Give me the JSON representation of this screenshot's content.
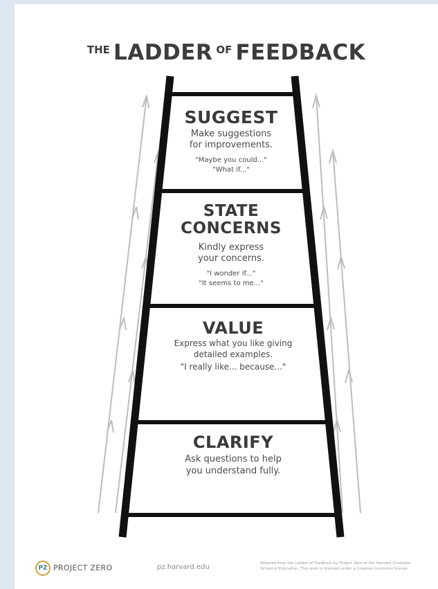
{
  "title": {
    "prefix": "THE",
    "word1": "LADDER",
    "connector": "OF",
    "word2": "FEEDBACK"
  },
  "rungs": [
    {
      "title_lines": [
        "SUGGEST"
      ],
      "desc_lines": [
        "Make suggestions",
        "for improvements."
      ],
      "quote_lines": [
        "\"Maybe you could...\"",
        "\"What if...\""
      ]
    },
    {
      "title_lines": [
        "STATE",
        "CONCERNS"
      ],
      "desc_lines": [
        "Kindly express",
        "your concerns."
      ],
      "quote_lines": [
        "\"I wonder if...\"",
        "\"It seems to me...\""
      ]
    },
    {
      "title_lines": [
        "VALUE"
      ],
      "desc_lines": [
        "Express what you like giving",
        "detailed examples."
      ],
      "quote_lines": [
        "\"I really like... because...\""
      ]
    },
    {
      "title_lines": [
        "CLARIFY"
      ],
      "desc_lines": [
        "Ask questions to help",
        "you understand fully."
      ],
      "quote_lines": []
    }
  ],
  "footer": {
    "logo_text": "PZ",
    "org": "PROJECT ZERO",
    "url": "pz.harvard.edu",
    "credit_lines": [
      "Adapted from the Ladder of Feedback by Project Zero at the Harvard Graduate",
      "School of Education. This work is licensed under a Creative Commons license."
    ]
  },
  "colors": {
    "ladder": "#111111",
    "arrows": "#bdbdbd",
    "text": "#3a3a3a",
    "logo_ring": "#c9a43a"
  }
}
